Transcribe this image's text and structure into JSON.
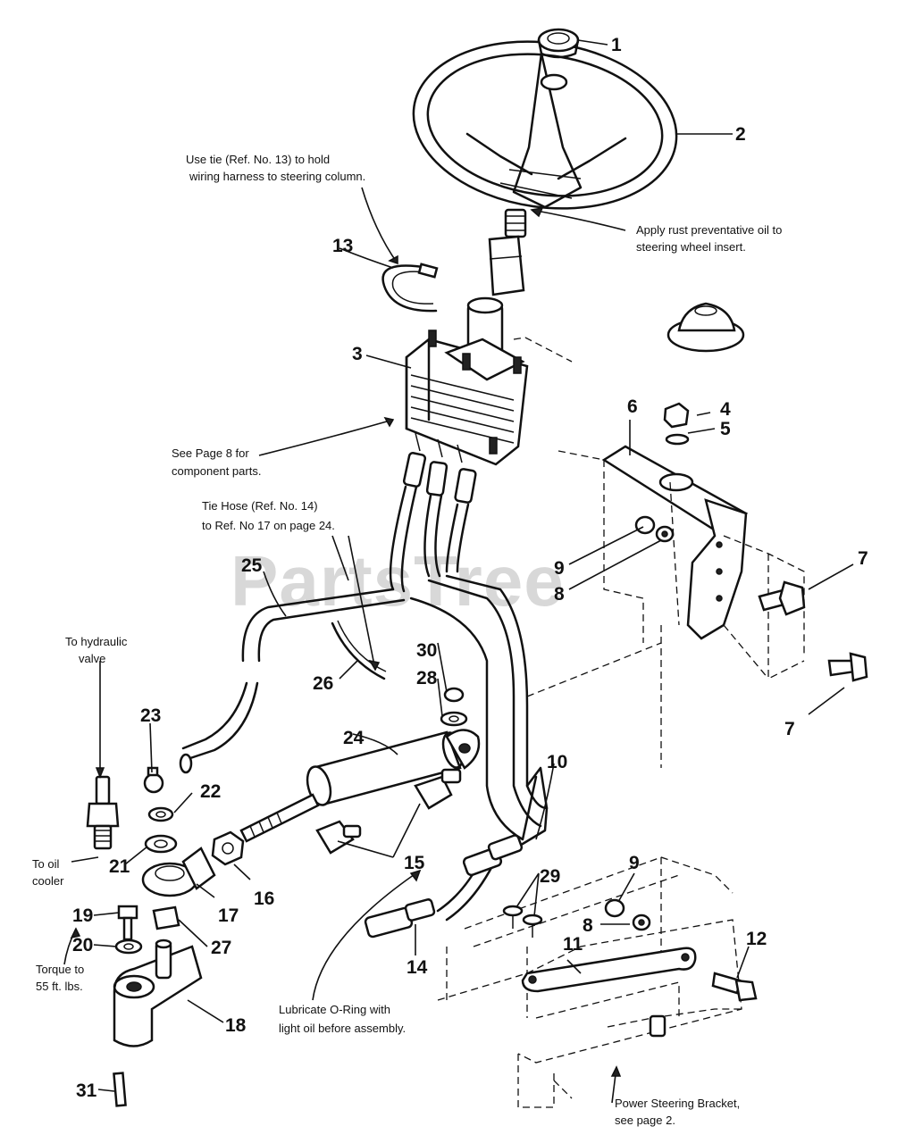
{
  "watermark": "PartsTree",
  "notes": {
    "tie_line1": "Use tie (Ref. No. 13) to hold",
    "tie_line2": "wiring harness to steering column.",
    "rust_line1": "Apply rust preventative oil to",
    "rust_line2": "steering wheel insert.",
    "page8_line1": "See Page 8 for",
    "page8_line2": "component parts.",
    "tiehose_line1": "Tie Hose (Ref. No. 14)",
    "tiehose_line2": "to Ref. No 17 on page 24.",
    "hyd_line1": "To hydraulic",
    "hyd_line2": "valve",
    "oil_line1": "To oil",
    "oil_line2": "cooler",
    "torque_line1": "Torque to",
    "torque_line2": "55 ft. lbs.",
    "oring_line1": "Lubricate O-Ring with",
    "oring_line2": "light oil before assembly.",
    "bracket_line1": "Power Steering Bracket,",
    "bracket_line2": "see page 2."
  },
  "callouts": [
    "1",
    "2",
    "13",
    "3",
    "4",
    "5",
    "6",
    "9",
    "8",
    "7",
    "7",
    "25",
    "30",
    "28",
    "26",
    "24",
    "23",
    "22",
    "21",
    "17",
    "16",
    "15",
    "10",
    "9",
    "8",
    "29",
    "11",
    "12",
    "19",
    "20",
    "27",
    "18",
    "14",
    "31"
  ]
}
